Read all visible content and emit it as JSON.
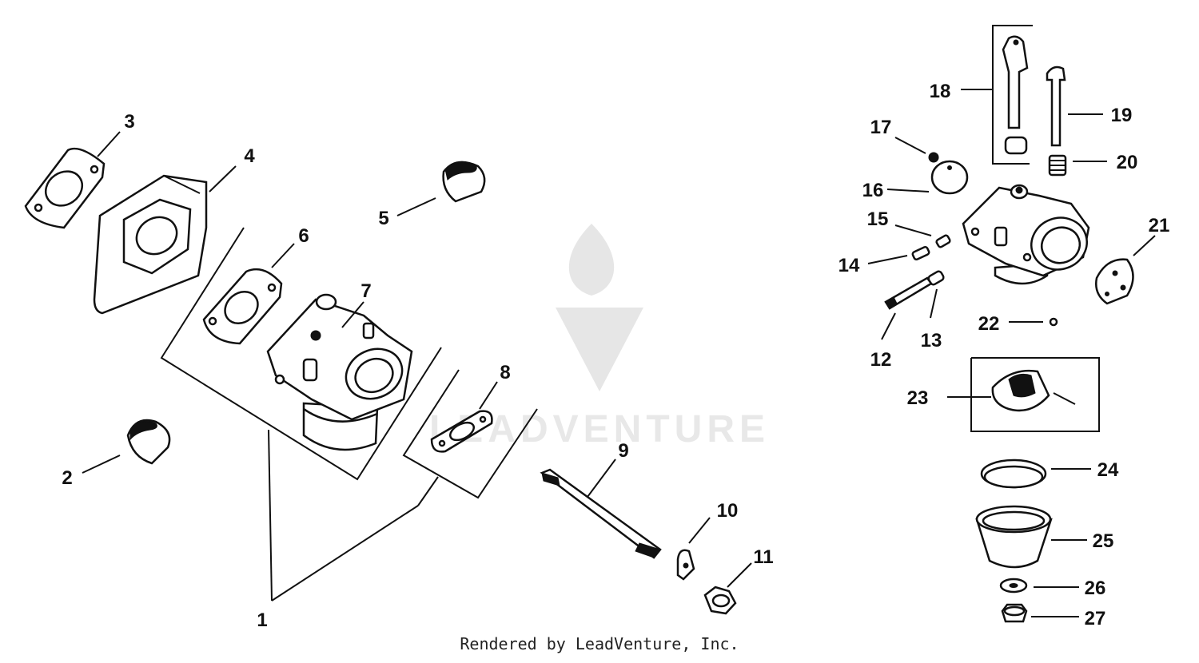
{
  "watermark": {
    "text": "LEADVENTURE"
  },
  "credit": "Rendered by LeadVenture, Inc.",
  "callouts": {
    "p1": "1",
    "p2": "2",
    "p3": "3",
    "p4": "4",
    "p5": "5",
    "p6": "6",
    "p7": "7",
    "p8": "8",
    "p9": "9",
    "p10": "10",
    "p11": "11",
    "p12": "12",
    "p13": "13",
    "p14": "14",
    "p15": "15",
    "p16": "16",
    "p17": "17",
    "p18": "18",
    "p19": "19",
    "p20": "20",
    "p21": "21",
    "p22": "22",
    "p23": "23",
    "p24": "24",
    "p25": "25",
    "p26": "26",
    "p27": "27"
  }
}
